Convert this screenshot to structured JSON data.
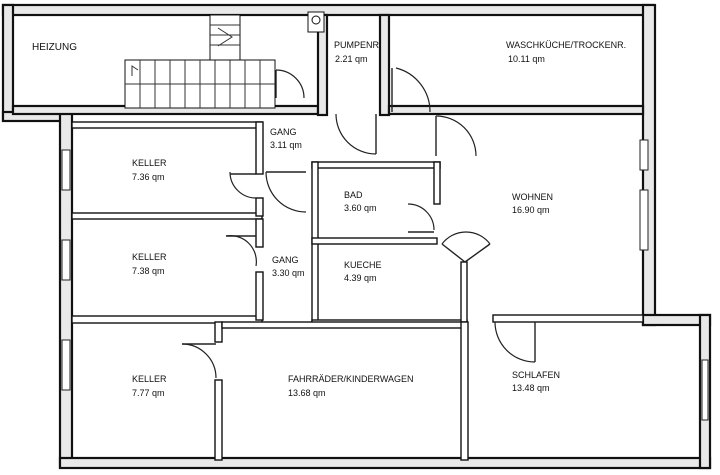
{
  "rooms": [
    {
      "id": "heizung",
      "name": "HEIZUNG",
      "area": ""
    },
    {
      "id": "pumpenraum",
      "name": "PUMPENR.",
      "area": "2.21 qm"
    },
    {
      "id": "waschkueche",
      "name": "WASCHKÜCHE/TROCKENR.",
      "area": "10.11 qm"
    },
    {
      "id": "gang1",
      "name": "GANG",
      "area": "3.11 qm"
    },
    {
      "id": "keller1",
      "name": "KELLER",
      "area": "7.36 qm"
    },
    {
      "id": "bad",
      "name": "BAD",
      "area": "3.60 qm"
    },
    {
      "id": "wohnen",
      "name": "WOHNEN",
      "area": "16.90 qm"
    },
    {
      "id": "keller2",
      "name": "KELLER",
      "area": "7.38 qm"
    },
    {
      "id": "gang2",
      "name": "GANG",
      "area": "3.30 qm"
    },
    {
      "id": "kueche",
      "name": "KUECHE",
      "area": "4.39 qm"
    },
    {
      "id": "keller3",
      "name": "KELLER",
      "area": "7.77 qm"
    },
    {
      "id": "fahrraeder",
      "name": "FAHRRÄDER/KINDERWAGEN",
      "area": "13.68 qm"
    },
    {
      "id": "schlafen",
      "name": "SCHLAFEN",
      "area": "13.48 qm"
    }
  ],
  "colors": {
    "wall": "#e9e9e9",
    "line": "#111111",
    "background": "#ffffff"
  }
}
